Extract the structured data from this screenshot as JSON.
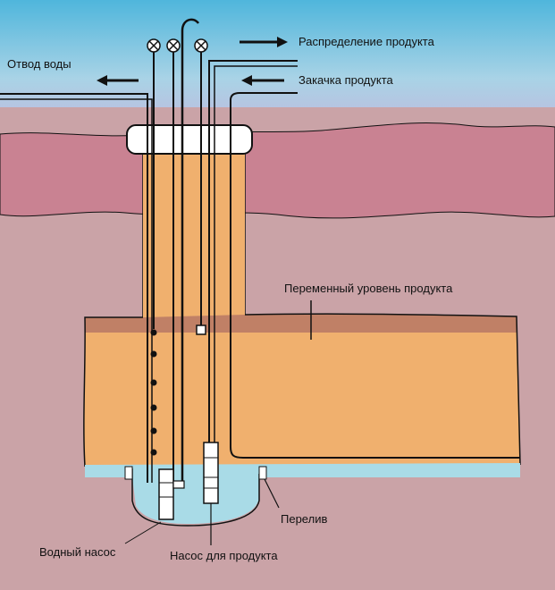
{
  "labels": {
    "distribution": "Распределение продукта",
    "water_outlet": "Отвод воды",
    "injection": "Закачка продукта",
    "variable_level": "Переменный уровень продукта",
    "overflow": "Перелив",
    "water_pump": "Водный насос",
    "product_pump": "Насос для продукта"
  },
  "colors": {
    "sky_top": "#4fb6dc",
    "sky_mid": "#a9d3e6",
    "sky_low": "#c6b3dc",
    "topsoil": "#c98292",
    "ground": "#caa3a7",
    "shaft": "#c08066",
    "product": "#f0b06e",
    "water": "#a9dbe7",
    "line": "#111111",
    "white": "#ffffff"
  },
  "icons": [
    "valve-icon",
    "valve-icon",
    "valve-icon",
    "arrow-right-icon",
    "arrow-left-icon",
    "arrow-left-icon"
  ]
}
